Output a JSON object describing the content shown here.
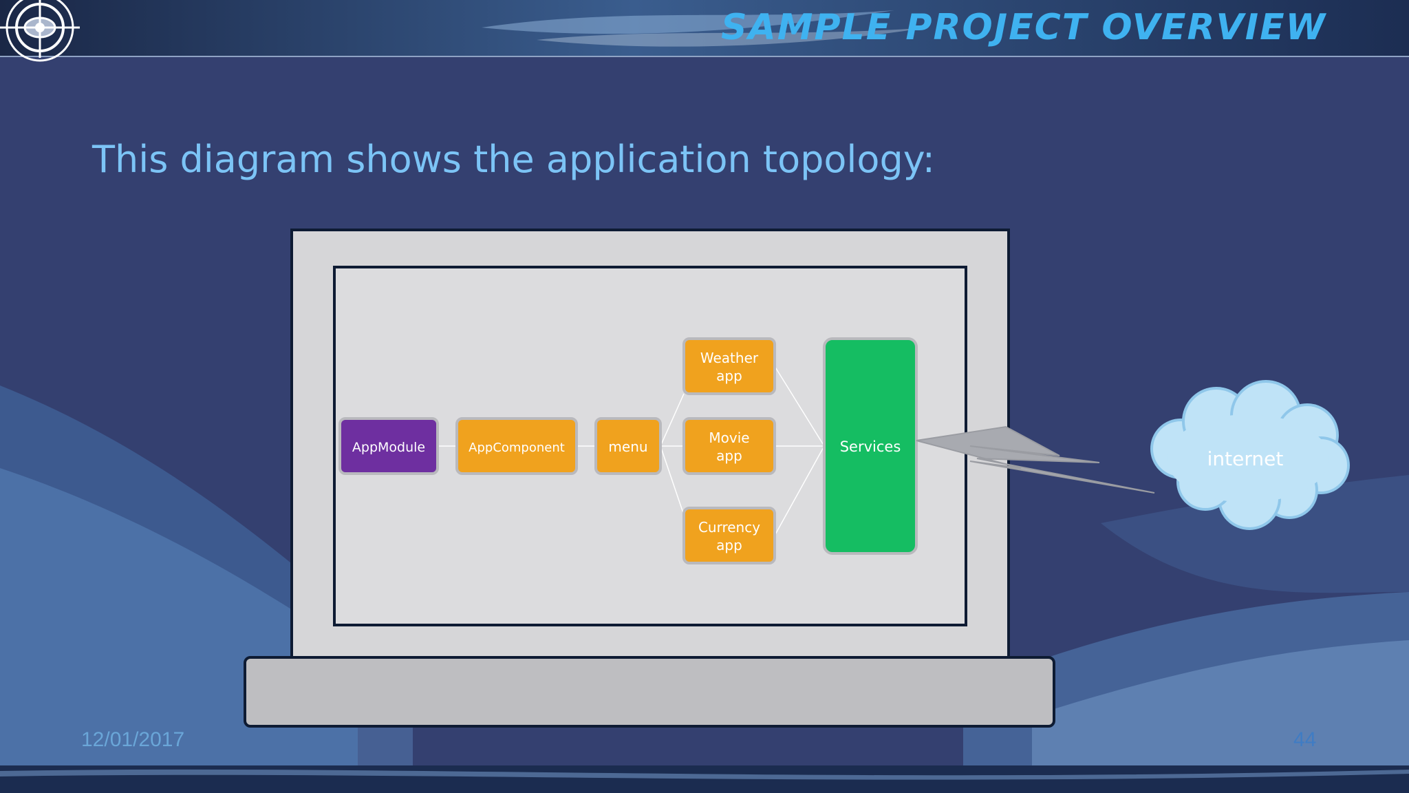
{
  "header": {
    "title": "SAMPLE PROJECT OVERVIEW"
  },
  "heading": "This diagram shows the application topology:",
  "diagram": {
    "nodes": {
      "app_module": "AppModule",
      "app_component": "AppComponent",
      "menu": "menu",
      "weather": [
        "Weather",
        "app"
      ],
      "movie": [
        "Movie",
        "app"
      ],
      "currency": [
        "Currency",
        "app"
      ],
      "services": "Services",
      "internet": "internet"
    },
    "colors": {
      "app_module": "#6e2fa0",
      "orange": "#f0a21e",
      "services": "#15bd62",
      "cloud": "#bfe3f7",
      "laptop_screen": "#dcdcde",
      "laptop_base": "#bebec1",
      "lightning": "#a8aab0"
    }
  },
  "footer": {
    "date": "12/01/2017",
    "page": "44"
  }
}
